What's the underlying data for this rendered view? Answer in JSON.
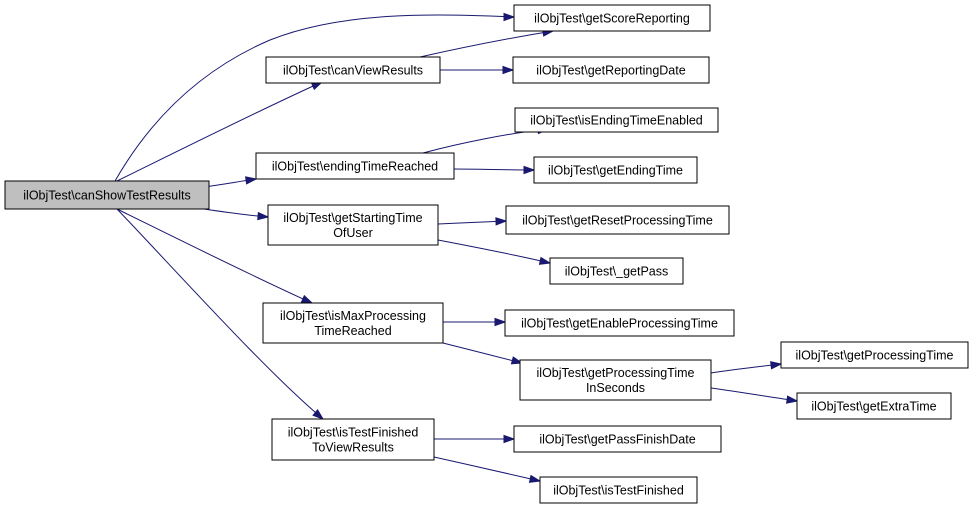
{
  "diagram": {
    "root": "ilObjTest\\canShowTestResults",
    "nodes": [
      {
        "id": "canShowTestResults",
        "lines": [
          "ilObjTest\\canShowTestResults"
        ],
        "root": true
      },
      {
        "id": "getScoreReporting",
        "lines": [
          "ilObjTest\\getScoreReporting"
        ]
      },
      {
        "id": "canViewResults",
        "lines": [
          "ilObjTest\\canViewResults"
        ]
      },
      {
        "id": "getReportingDate",
        "lines": [
          "ilObjTest\\getReportingDate"
        ]
      },
      {
        "id": "isEndingTimeEnabled",
        "lines": [
          "ilObjTest\\isEndingTimeEnabled"
        ]
      },
      {
        "id": "endingTimeReached",
        "lines": [
          "ilObjTest\\endingTimeReached"
        ]
      },
      {
        "id": "getEndingTime",
        "lines": [
          "ilObjTest\\getEndingTime"
        ]
      },
      {
        "id": "getStartingTimeOfUser",
        "lines": [
          "ilObjTest\\getStartingTime",
          "OfUser"
        ]
      },
      {
        "id": "getResetProcessingTime",
        "lines": [
          "ilObjTest\\getResetProcessingTime"
        ]
      },
      {
        "id": "_getPass",
        "lines": [
          "ilObjTest\\_getPass"
        ]
      },
      {
        "id": "isMaxProcessingTimeReached",
        "lines": [
          "ilObjTest\\isMaxProcessing",
          "TimeReached"
        ]
      },
      {
        "id": "getEnableProcessingTime",
        "lines": [
          "ilObjTest\\getEnableProcessingTime"
        ]
      },
      {
        "id": "getProcessingTimeInSeconds",
        "lines": [
          "ilObjTest\\getProcessingTime",
          "InSeconds"
        ]
      },
      {
        "id": "getProcessingTime",
        "lines": [
          "ilObjTest\\getProcessingTime"
        ]
      },
      {
        "id": "getExtraTime",
        "lines": [
          "ilObjTest\\getExtraTime"
        ]
      },
      {
        "id": "isTestFinishedToViewResults",
        "lines": [
          "ilObjTest\\isTestFinished",
          "ToViewResults"
        ]
      },
      {
        "id": "getPassFinishDate",
        "lines": [
          "ilObjTest\\getPassFinishDate"
        ]
      },
      {
        "id": "isTestFinished",
        "lines": [
          "ilObjTest\\isTestFinished"
        ]
      }
    ],
    "edges": [
      {
        "from": "canShowTestResults",
        "to": "getScoreReporting"
      },
      {
        "from": "canShowTestResults",
        "to": "canViewResults"
      },
      {
        "from": "canShowTestResults",
        "to": "endingTimeReached"
      },
      {
        "from": "canShowTestResults",
        "to": "getStartingTimeOfUser"
      },
      {
        "from": "canShowTestResults",
        "to": "isMaxProcessingTimeReached"
      },
      {
        "from": "canShowTestResults",
        "to": "isTestFinishedToViewResults"
      },
      {
        "from": "canViewResults",
        "to": "getScoreReporting"
      },
      {
        "from": "canViewResults",
        "to": "getReportingDate"
      },
      {
        "from": "endingTimeReached",
        "to": "isEndingTimeEnabled"
      },
      {
        "from": "endingTimeReached",
        "to": "getEndingTime"
      },
      {
        "from": "getStartingTimeOfUser",
        "to": "getResetProcessingTime"
      },
      {
        "from": "getStartingTimeOfUser",
        "to": "_getPass"
      },
      {
        "from": "isMaxProcessingTimeReached",
        "to": "getEnableProcessingTime"
      },
      {
        "from": "isMaxProcessingTimeReached",
        "to": "getProcessingTimeInSeconds"
      },
      {
        "from": "getProcessingTimeInSeconds",
        "to": "getProcessingTime"
      },
      {
        "from": "getProcessingTimeInSeconds",
        "to": "getExtraTime"
      },
      {
        "from": "isTestFinishedToViewResults",
        "to": "getPassFinishDate"
      },
      {
        "from": "isTestFinishedToViewResults",
        "to": "isTestFinished"
      }
    ]
  },
  "colors": {
    "edge": "#191970",
    "root_fill": "#bfbfbf",
    "node_fill": "#ffffff",
    "node_border": "#000000"
  }
}
